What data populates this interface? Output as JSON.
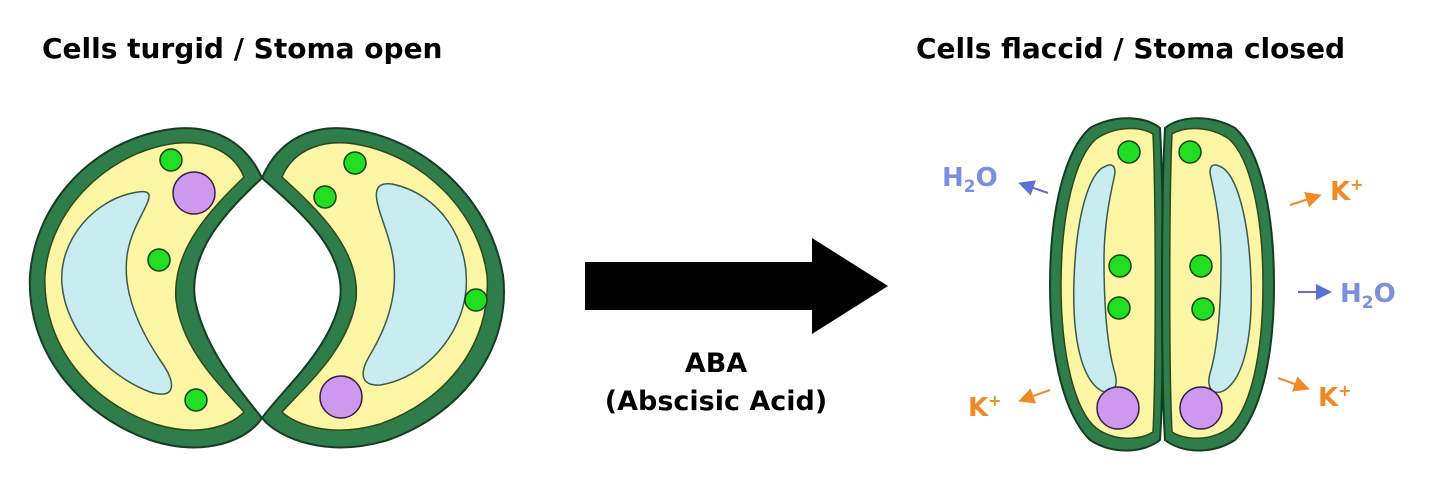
{
  "titles": {
    "left": "Cells turgid / Stoma open",
    "right": "Cells flaccid / Stoma closed"
  },
  "process": {
    "line1": "ABA",
    "line2": "(Abscisic Acid)"
  },
  "labels": {
    "water_base": "H",
    "water_sub": "2",
    "water_end": "O",
    "potassium_base": "K",
    "potassium_sup": "+"
  },
  "colors": {
    "cell_wall": "#2f7d4a",
    "cytoplasm": "#fbf5a4",
    "vacuole": "#c8ecf0",
    "chloroplast": "#22dd22",
    "nucleus": "#cc99ee",
    "water": "#7b8ee0",
    "potassium": "#f08a24",
    "arrow": "#000000"
  }
}
